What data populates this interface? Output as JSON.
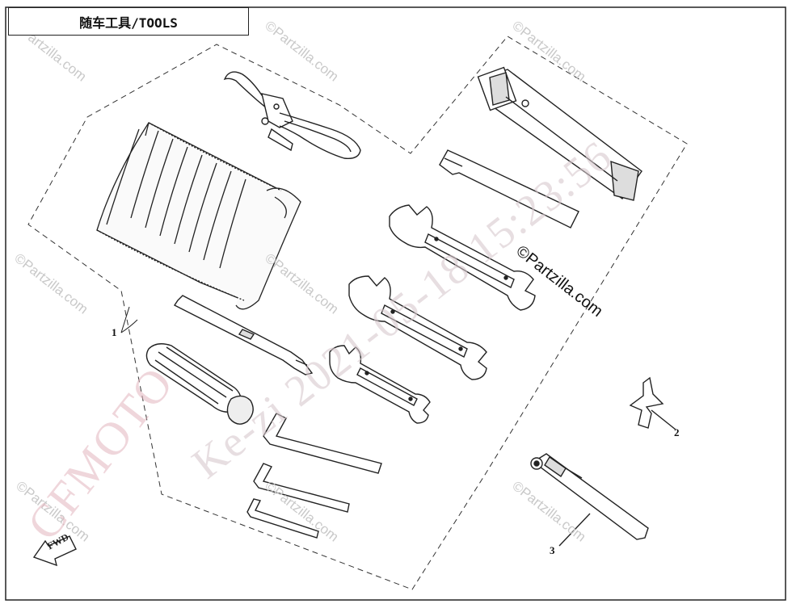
{
  "title": "随车工具/TOOLS",
  "callouts": [
    "1",
    "2",
    "3"
  ],
  "watermark_text": "©Partzilla.com",
  "brand_watermark": "CFMOTO",
  "date_watermark": "Ke-zi 2021-05-18 15:23:56",
  "fwd_label": "FWD",
  "colors": {
    "line": "#222222",
    "watermark": "#c9c9c9",
    "brand_watermark": "#e1b4be"
  }
}
